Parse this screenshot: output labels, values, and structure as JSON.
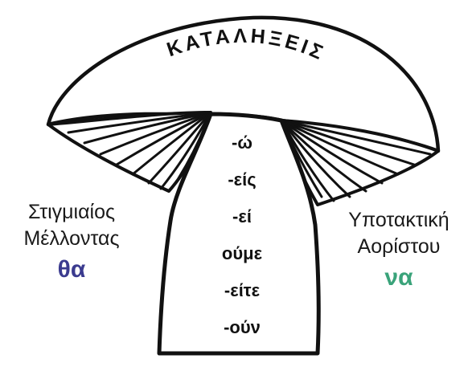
{
  "cap": {
    "title": "ΚΑΤΑΛΗΞΕΙΣ"
  },
  "stem": {
    "endings": [
      "-ώ",
      "-είς",
      "-εί",
      "ούμε",
      "-είτε",
      "-ούν"
    ]
  },
  "left": {
    "line1": "Στιγμιαίος",
    "line2": "Μέλλοντας",
    "particle": "θα",
    "particle_color": "#3b3b8f"
  },
  "right": {
    "line1": "Υποτακτική",
    "line2": "Αορίστου",
    "particle": "να",
    "particle_color": "#3aa37a"
  }
}
